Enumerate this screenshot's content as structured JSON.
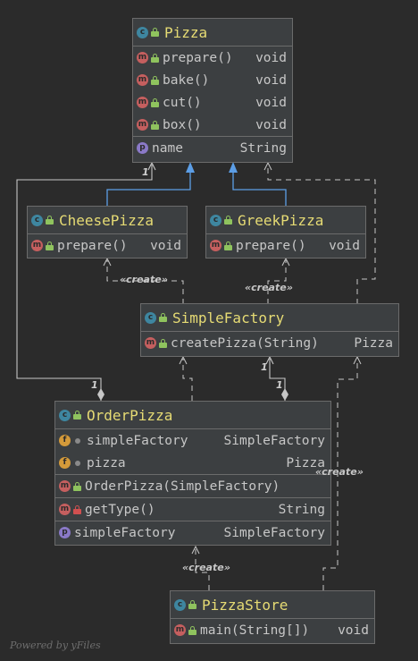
{
  "classes": {
    "pizza": {
      "name": "Pizza",
      "methods": [
        {
          "name": "prepare()",
          "type": "void"
        },
        {
          "name": "bake()",
          "type": "void"
        },
        {
          "name": "cut()",
          "type": "void"
        },
        {
          "name": "box()",
          "type": "void"
        }
      ],
      "properties": [
        {
          "name": "name",
          "type": "String"
        }
      ]
    },
    "cheese_pizza": {
      "name": "CheesePizza",
      "methods": [
        {
          "name": "prepare()",
          "type": "void"
        }
      ]
    },
    "greek_pizza": {
      "name": "GreekPizza",
      "methods": [
        {
          "name": "prepare()",
          "type": "void"
        }
      ]
    },
    "simple_factory": {
      "name": "SimpleFactory",
      "methods": [
        {
          "name": "createPizza(String)",
          "type": "Pizza"
        }
      ]
    },
    "order_pizza": {
      "name": "OrderPizza",
      "fields": [
        {
          "name": "simpleFactory",
          "type": "SimpleFactory"
        },
        {
          "name": "pizza",
          "type": "Pizza"
        }
      ],
      "constructors": [
        {
          "name": "OrderPizza(SimpleFactory)",
          "type": ""
        }
      ],
      "methods": [
        {
          "name": "getType()",
          "type": "String"
        }
      ],
      "properties": [
        {
          "name": "simpleFactory",
          "type": "SimpleFactory"
        }
      ]
    },
    "pizza_store": {
      "name": "PizzaStore",
      "methods": [
        {
          "name": "main(String[])",
          "type": "void"
        }
      ]
    }
  },
  "badges": {
    "class": "c",
    "method": "m",
    "field": "f",
    "property": "p"
  },
  "icons": {
    "visibility": "lock-icon",
    "package_private": "dot-icon"
  },
  "labels": {
    "create_cheese": "«create»",
    "create_greek": "«create»",
    "create_order_store": "«create»",
    "create_factory_store": "«create»",
    "mult_pizza_order": "1",
    "mult_order_pizza": "1",
    "mult_factory_order_a": "1",
    "mult_factory_order_b": "1"
  },
  "watermark": "Powered by yFiles",
  "colors": {
    "background": "#2b2b2b",
    "node_fill": "#3c3f41",
    "class_name": "#e6db74",
    "inheritance_edge": "#5c9ee6",
    "dashed_edge": "#c7c7c7",
    "lock_green": "#8fc35e",
    "lock_red": "#d05050"
  }
}
